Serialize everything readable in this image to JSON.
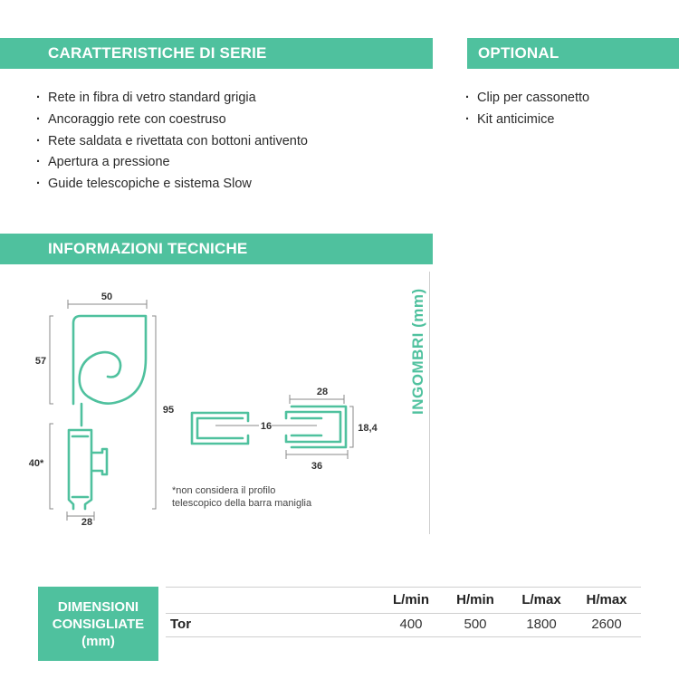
{
  "sections": {
    "serie_title": "CARATTERISTICHE DI SERIE",
    "optional_title": "OPTIONAL",
    "info_title": "INFORMAZIONI TECNICHE"
  },
  "serie_items": [
    "Rete in fibra di vetro standard grigia",
    "Ancoraggio rete con coestruso",
    "Rete saldata e rivettata con bottoni antivento",
    "Apertura a pressione",
    "Guide telescopiche e sistema Slow"
  ],
  "optional_items": [
    "Clip per cassonetto",
    "Kit anticimice"
  ],
  "diagram": {
    "dim_top_width": "50",
    "dim_cassette_height": "57",
    "dim_total_height": "95",
    "dim_bar_height": "40*",
    "dim_bar_width": "28",
    "dim_guide_inner": "16",
    "dim_guide2_top": "28",
    "dim_guide2_height": "18,4",
    "dim_guide2_bottom": "36",
    "note_line1": "*non considera il profilo",
    "note_line2": "telescopico della barra maniglia",
    "side_label": "INGOMBRI (mm)",
    "accent_color": "#4fc19e"
  },
  "table": {
    "box_line1": "DIMENSIONI",
    "box_line2": "CONSIGLIATE",
    "box_line3": "(mm)",
    "headers": [
      "L/min",
      "H/min",
      "L/max",
      "H/max"
    ],
    "row_label": "Tor",
    "values": [
      "400",
      "500",
      "1800",
      "2600"
    ]
  }
}
